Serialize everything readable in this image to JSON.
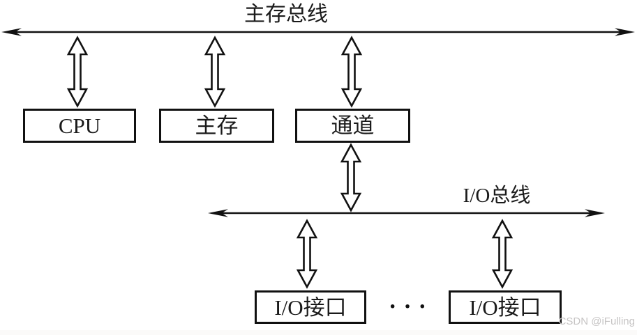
{
  "diagram": {
    "main_bus_label": "主存总线",
    "io_bus_label": "I/O总线",
    "boxes": {
      "cpu": "CPU",
      "memory": "主存",
      "channel": "通道",
      "io_interface_1": "I/O接口",
      "io_interface_2": "I/O接口"
    },
    "ellipsis": "···",
    "watermark": "CSDN @iFulling",
    "colors": {
      "line": "#111111",
      "background": "#ffffff",
      "watermark_text": "#c6c4c4"
    }
  }
}
